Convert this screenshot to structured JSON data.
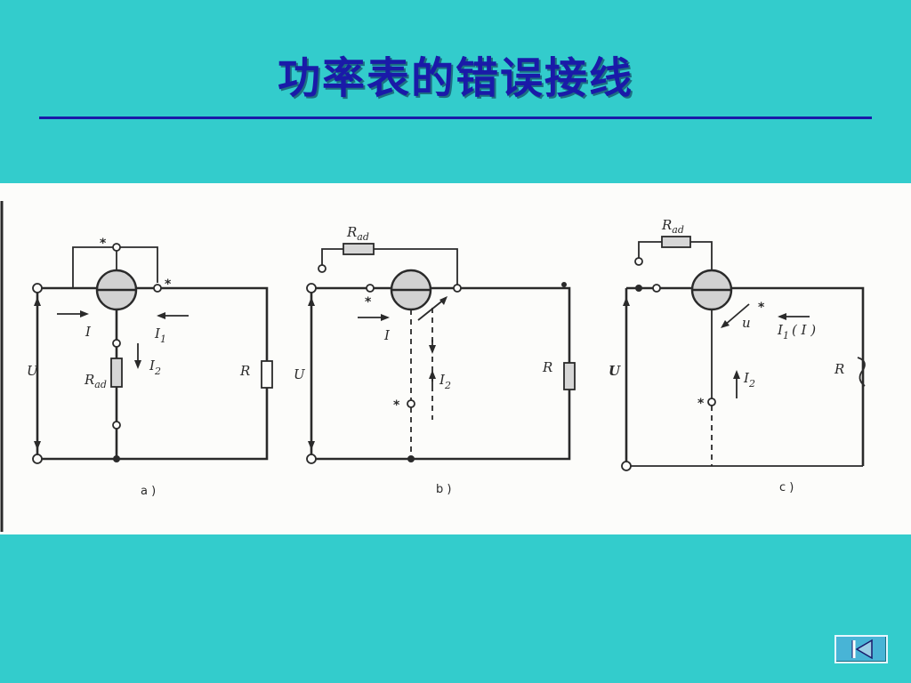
{
  "slide": {
    "title": "功率表的错误接线"
  },
  "diagram": {
    "a": {
      "caption": "a )",
      "star_top": "*",
      "star_right": "*",
      "current": "I",
      "current1": "I",
      "sub1": "1",
      "current2": "I",
      "sub2": "2",
      "rad": "R",
      "rad_sub": "ad",
      "voltage": "U",
      "load": "R"
    },
    "b": {
      "caption": "b )",
      "rad": "R",
      "rad_sub": "ad",
      "star_left": "*",
      "star_bottom": "*",
      "current": "I",
      "current2": "I",
      "sub2": "2",
      "voltage": "U",
      "load": "R"
    },
    "c": {
      "caption": "c )",
      "rad": "R",
      "rad_sub": "ad",
      "star_right": "*",
      "star_bottom": "*",
      "u_small": "u",
      "current1": "I",
      "sub1": "1",
      "current1_paren": "( I )",
      "current2": "I",
      "sub2": "2",
      "voltage": "U",
      "load": "R"
    }
  },
  "nav": {
    "icon": "skip-to-first-icon"
  }
}
